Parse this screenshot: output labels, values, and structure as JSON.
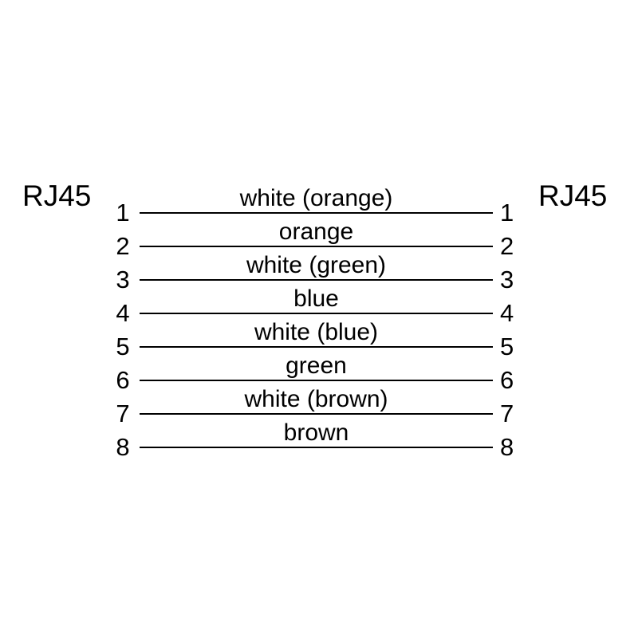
{
  "diagram": {
    "left_connector": "RJ45",
    "right_connector": "RJ45",
    "wires": [
      {
        "pin": "1",
        "label": "white (orange)"
      },
      {
        "pin": "2",
        "label": "orange"
      },
      {
        "pin": "3",
        "label": "white (green)"
      },
      {
        "pin": "4",
        "label": "blue"
      },
      {
        "pin": "5",
        "label": "white (blue)"
      },
      {
        "pin": "6",
        "label": "green"
      },
      {
        "pin": "7",
        "label": "white (brown)"
      },
      {
        "pin": "8",
        "label": "brown"
      }
    ],
    "colors": {
      "line": "#000000",
      "text": "#000000",
      "background": "#ffffff"
    }
  }
}
